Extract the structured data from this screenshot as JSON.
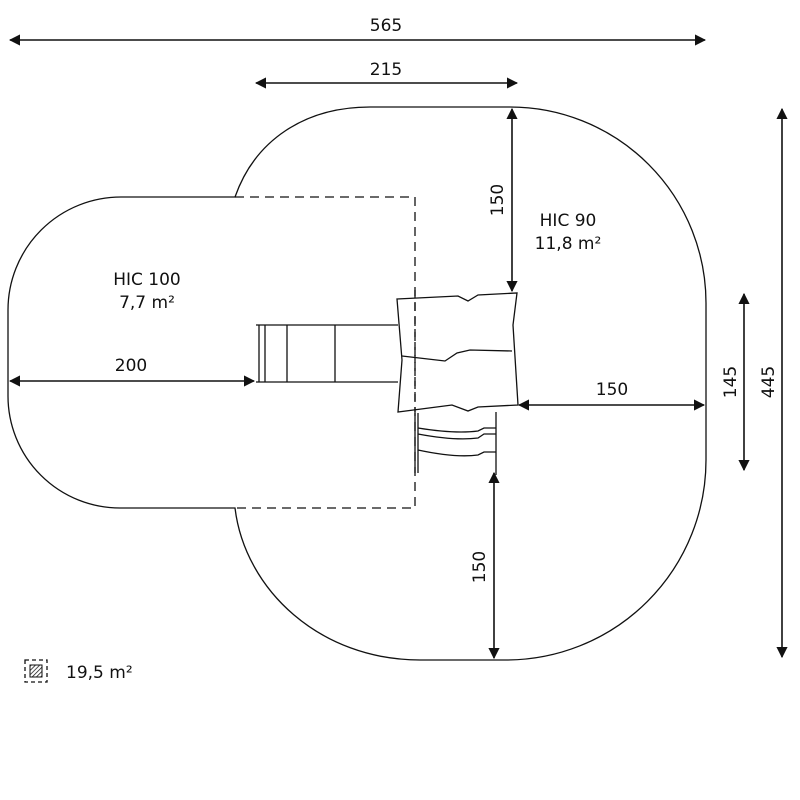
{
  "dimensions": {
    "total_width": "565",
    "top_width": "215",
    "left_zone": "200",
    "right_zone": "150",
    "top_zone": "150",
    "bottom_zone": "150",
    "mid_height": "145",
    "total_height": "445"
  },
  "zones": {
    "left": {
      "hic": "HIC 100",
      "area": "7,7 m²"
    },
    "right": {
      "hic": "HIC 90",
      "area": "11,8 m²"
    }
  },
  "legend": {
    "icon": "hatched-area-icon",
    "total_area": "19,5 m²"
  }
}
